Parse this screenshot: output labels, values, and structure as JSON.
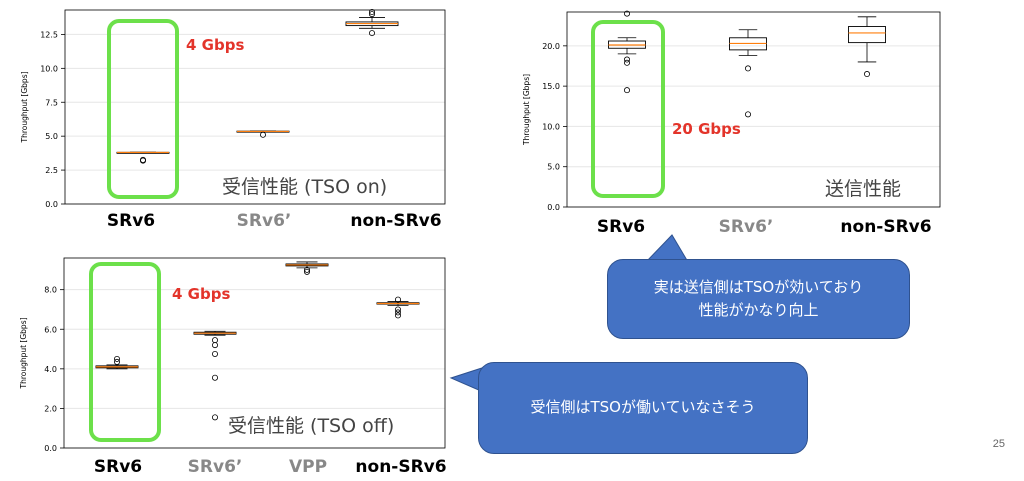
{
  "colors": {
    "highlight": "#6ce04a",
    "annotation": "#e3342a",
    "callout": "#4472c4",
    "median": "#ff7f0e",
    "muted": "#888888"
  },
  "chart_data": [
    {
      "type": "box",
      "ylabel": "Throughput [Gbps]",
      "ylim": [
        0,
        14.3
      ],
      "yticks": [
        "0.0",
        "2.5",
        "5.0",
        "7.5",
        "10.0",
        "12.5"
      ],
      "categories": [
        "SRv6",
        "SRv6’",
        "non-SRv6"
      ],
      "category_muted": [
        false,
        true,
        false
      ],
      "boxes": [
        {
          "q1": 3.79,
          "median": 3.8,
          "q3": 3.81,
          "whisker_low": 3.78,
          "whisker_high": 3.82,
          "outliers": [
            3.2,
            3.25
          ]
        },
        {
          "q1": 5.33,
          "median": 5.35,
          "q3": 5.37,
          "whisker_low": 5.31,
          "whisker_high": 5.39,
          "outliers": [
            5.1
          ]
        },
        {
          "q1": 13.15,
          "median": 13.3,
          "q3": 13.42,
          "whisker_low": 12.95,
          "whisker_high": 13.75,
          "outliers": [
            12.6,
            14.0,
            14.15
          ]
        }
      ],
      "panel_label": "受信性能 (TSO on)",
      "highlight_text": "4 Gbps"
    },
    {
      "type": "box",
      "ylabel": "Throughput [Gbps]",
      "ylim": [
        0,
        24.2
      ],
      "yticks": [
        "0.0",
        "5.0",
        "10.0",
        "15.0",
        "20.0"
      ],
      "categories": [
        "SRv6",
        "SRv6’",
        "non-SRv6"
      ],
      "category_muted": [
        false,
        true,
        false
      ],
      "boxes": [
        {
          "q1": 19.7,
          "median": 20.1,
          "q3": 20.6,
          "whisker_low": 19.0,
          "whisker_high": 21.0,
          "outliers": [
            24.0,
            18.3,
            17.9,
            14.5
          ]
        },
        {
          "q1": 19.5,
          "median": 20.3,
          "q3": 21.0,
          "whisker_low": 18.8,
          "whisker_high": 22.0,
          "outliers": [
            17.2,
            11.5
          ]
        },
        {
          "q1": 20.4,
          "median": 21.6,
          "q3": 22.4,
          "whisker_low": 18.0,
          "whisker_high": 23.6,
          "outliers": [
            16.5
          ]
        }
      ],
      "panel_label": "送信性能",
      "highlight_text": "20 Gbps"
    },
    {
      "type": "box",
      "ylabel": "Throughput [Gbps]",
      "ylim": [
        0,
        9.6
      ],
      "yticks": [
        "0.0",
        "2.0",
        "4.0",
        "6.0",
        "8.0"
      ],
      "categories": [
        "SRv6",
        "SRv6’",
        "VPP",
        "non-SRv6"
      ],
      "category_muted": [
        false,
        true,
        true,
        false
      ],
      "boxes": [
        {
          "q1": 4.05,
          "median": 4.1,
          "q3": 4.15,
          "whisker_low": 4.0,
          "whisker_high": 4.2,
          "outliers": [
            4.35,
            4.5
          ]
        },
        {
          "q1": 5.75,
          "median": 5.8,
          "q3": 5.85,
          "whisker_low": 5.7,
          "whisker_high": 5.9,
          "outliers": [
            5.45,
            5.2,
            4.75,
            3.55,
            1.55
          ]
        },
        {
          "q1": 9.2,
          "median": 9.25,
          "q3": 9.3,
          "whisker_low": 9.1,
          "whisker_high": 9.4,
          "outliers": [
            9.0,
            8.9
          ]
        },
        {
          "q1": 7.27,
          "median": 7.3,
          "q3": 7.34,
          "whisker_low": 7.2,
          "whisker_high": 7.4,
          "outliers": [
            7.5,
            7.0,
            6.85,
            6.7
          ]
        }
      ],
      "panel_label": "受信性能 (TSO off)",
      "highlight_text": "4 Gbps"
    }
  ],
  "callouts": [
    {
      "line1": "実は送信側はTSOが効いており",
      "line2": "性能がかなり向上"
    },
    {
      "line1": "受信側はTSOが働いていなさそう"
    }
  ],
  "page_number": "25"
}
